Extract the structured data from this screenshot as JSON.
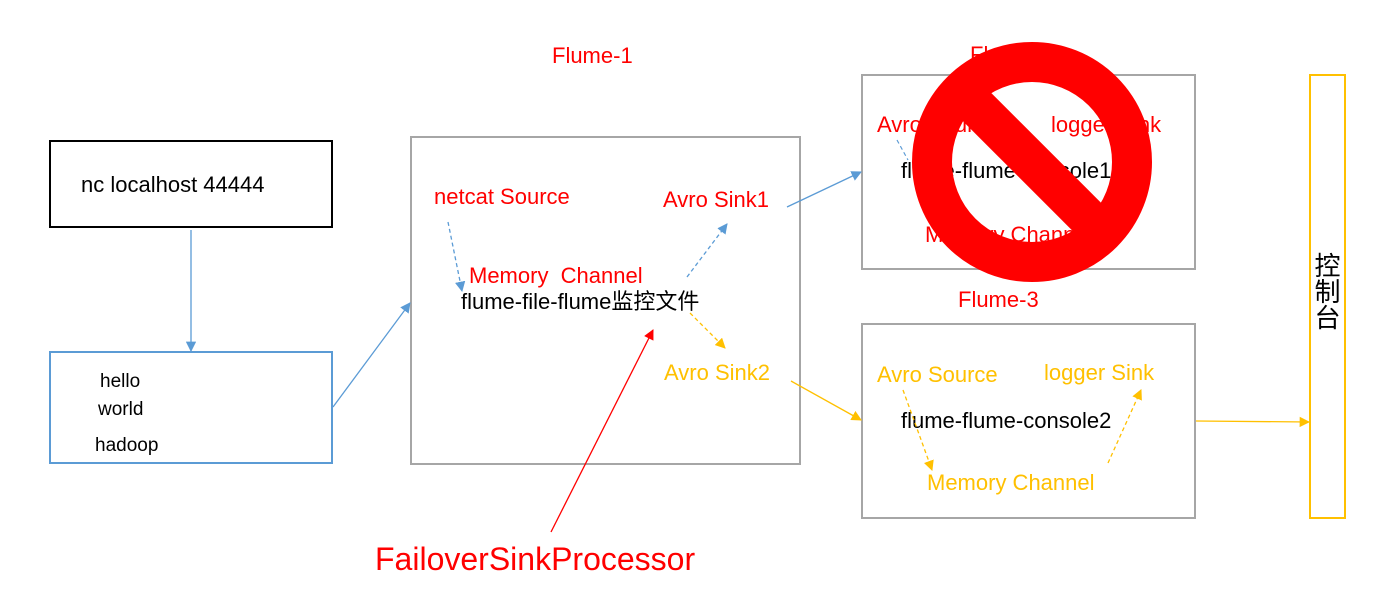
{
  "colors": {
    "red": "#ff0000",
    "gold": "#ffc000",
    "blue": "#5b9bd5",
    "gray": "#a6a6a6",
    "black": "#000000"
  },
  "nc_box": {
    "label": "nc localhost 44444"
  },
  "input_box": {
    "lines": [
      "hello",
      "world",
      "hadoop"
    ]
  },
  "flume1": {
    "title": "Flume-1",
    "source": "netcat Source",
    "channel": "Memory  Channel",
    "sink1": "Avro Sink1",
    "sink2": "Avro Sink2",
    "name": "flume-file-flume监控文件"
  },
  "flume2": {
    "title": "Flume-2",
    "source": "Avro Source",
    "sink": "logger Sink",
    "name": "flume-flume-console1",
    "channel": "Memory Channel",
    "prohibited_icon": "no-entry-icon"
  },
  "flume3": {
    "title": "Flume-3",
    "source": "Avro Source",
    "sink": "logger Sink",
    "name": "flume-flume-console2",
    "channel": "Memory Channel"
  },
  "console": {
    "label": "控制台"
  },
  "processor": {
    "label": "FailoverSinkProcessor"
  }
}
